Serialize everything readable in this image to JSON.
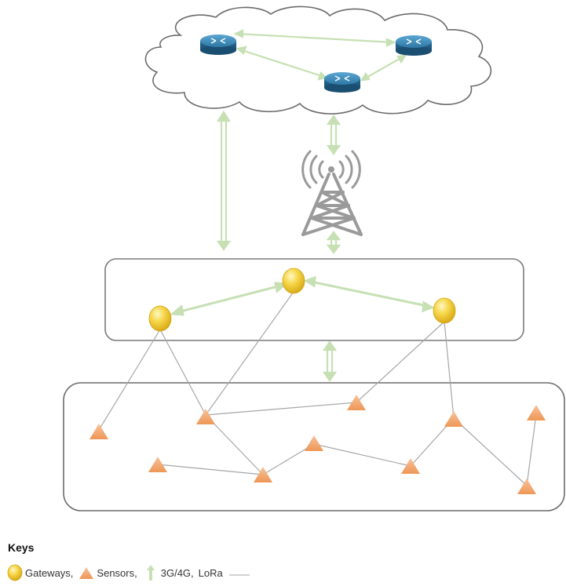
{
  "legend": {
    "title": "Keys",
    "gateway_label": "Gateways,",
    "sensor_label": "Sensors,",
    "cellular_label": "3G/4G,",
    "lora_label": "LoRa"
  },
  "icons": {
    "cloud": "cloud-icon",
    "router": "router-icon",
    "tower": "cell-tower-icon",
    "gateway": "gateway-icon",
    "sensor": "sensor-icon",
    "cellular_link": "double-arrow-icon"
  },
  "colors": {
    "gateway": "#f4cf3a",
    "sensor": "#f2a56c",
    "cellular_link": "#c6e0b4",
    "lora_link": "#a6a6a6",
    "router": "#2f78a6",
    "tower": "#9a9a9a"
  }
}
